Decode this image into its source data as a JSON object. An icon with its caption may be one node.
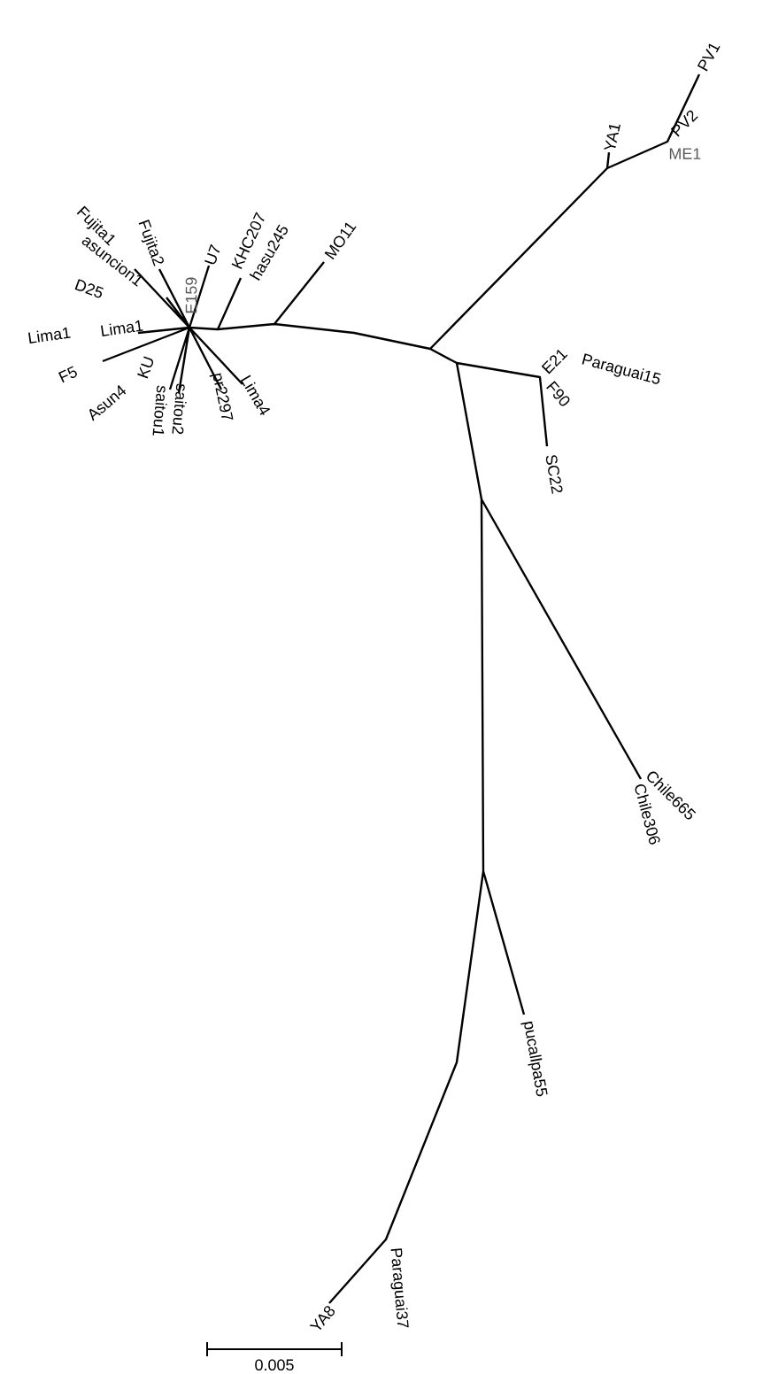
{
  "diagram": {
    "labels": [
      "PV1",
      "YA1",
      "PV2",
      "ME1",
      "Fujita1",
      "Fujita2",
      "U7",
      "KHC207",
      "hasu245",
      "MO11",
      "asuncion1",
      "E159",
      "D25",
      "Lima1",
      "Lima1",
      "F5",
      "Asun4",
      "KU",
      "E21",
      "Paraguai15",
      "F90",
      "saitou1",
      "saitou2",
      "pr2297",
      "Lima4",
      "SC22",
      "Chile665",
      "Chile306",
      "pucallpa55",
      "YA8",
      "Paraguai37",
      "0.005"
    ]
  }
}
